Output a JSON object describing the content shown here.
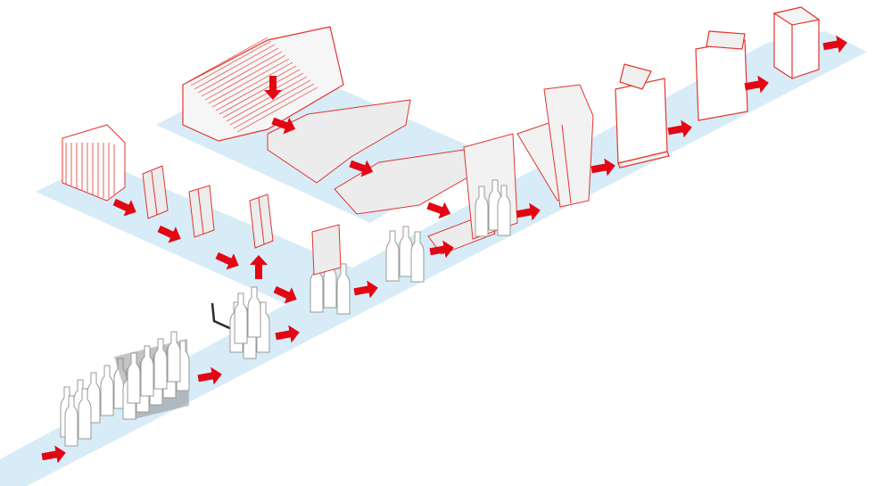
{
  "diagram": {
    "kind": "isometric packaging line",
    "colors": {
      "conveyor": "#d7ecf7",
      "accent": "#e30613",
      "outline": "#e2352e",
      "carton_fill": "#e6e6e6",
      "bottle_fill": "#ffffff",
      "bottle_stroke": "#9a9a9a",
      "partition": "#8c8c8c",
      "dark_bar": "#2a2a2a"
    },
    "stations": [
      "blank-magazine",
      "divider-blank-stack",
      "divider-folding",
      "divider-erected",
      "bottle-infeed",
      "bottle-grouping",
      "divider-insertion",
      "carton-blank-feed",
      "carton-wrap",
      "carton-fold",
      "top-flap-closing",
      "finished-carton"
    ],
    "icons": [
      "flow-arrow-icon",
      "bottle-icon",
      "carton-blank-icon",
      "divider-icon"
    ]
  }
}
